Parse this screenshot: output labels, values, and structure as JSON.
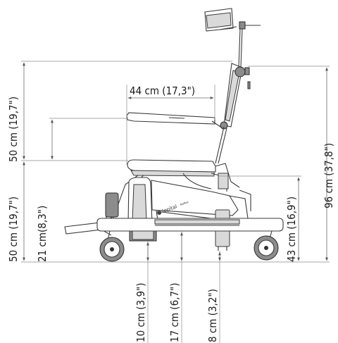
{
  "dimensions": {
    "backrest_height": "50 cm (19,7\")",
    "armrest_span": "44 cm (17,3\")",
    "seat_height_left": "50 cm (19,7\")",
    "armrest_height": "21 cm(8,3\")",
    "frame_clearance": "10 cm (3,9\")",
    "base_clearance": "17 cm (6,7\")",
    "ground_clearance": "8 cm (3,2\")",
    "rear_seat_height": "43 cm (16,9\")",
    "total_height": "96 cm (37,8\")"
  },
  "brand": {
    "name": "lopital",
    "model": "Reflex"
  }
}
